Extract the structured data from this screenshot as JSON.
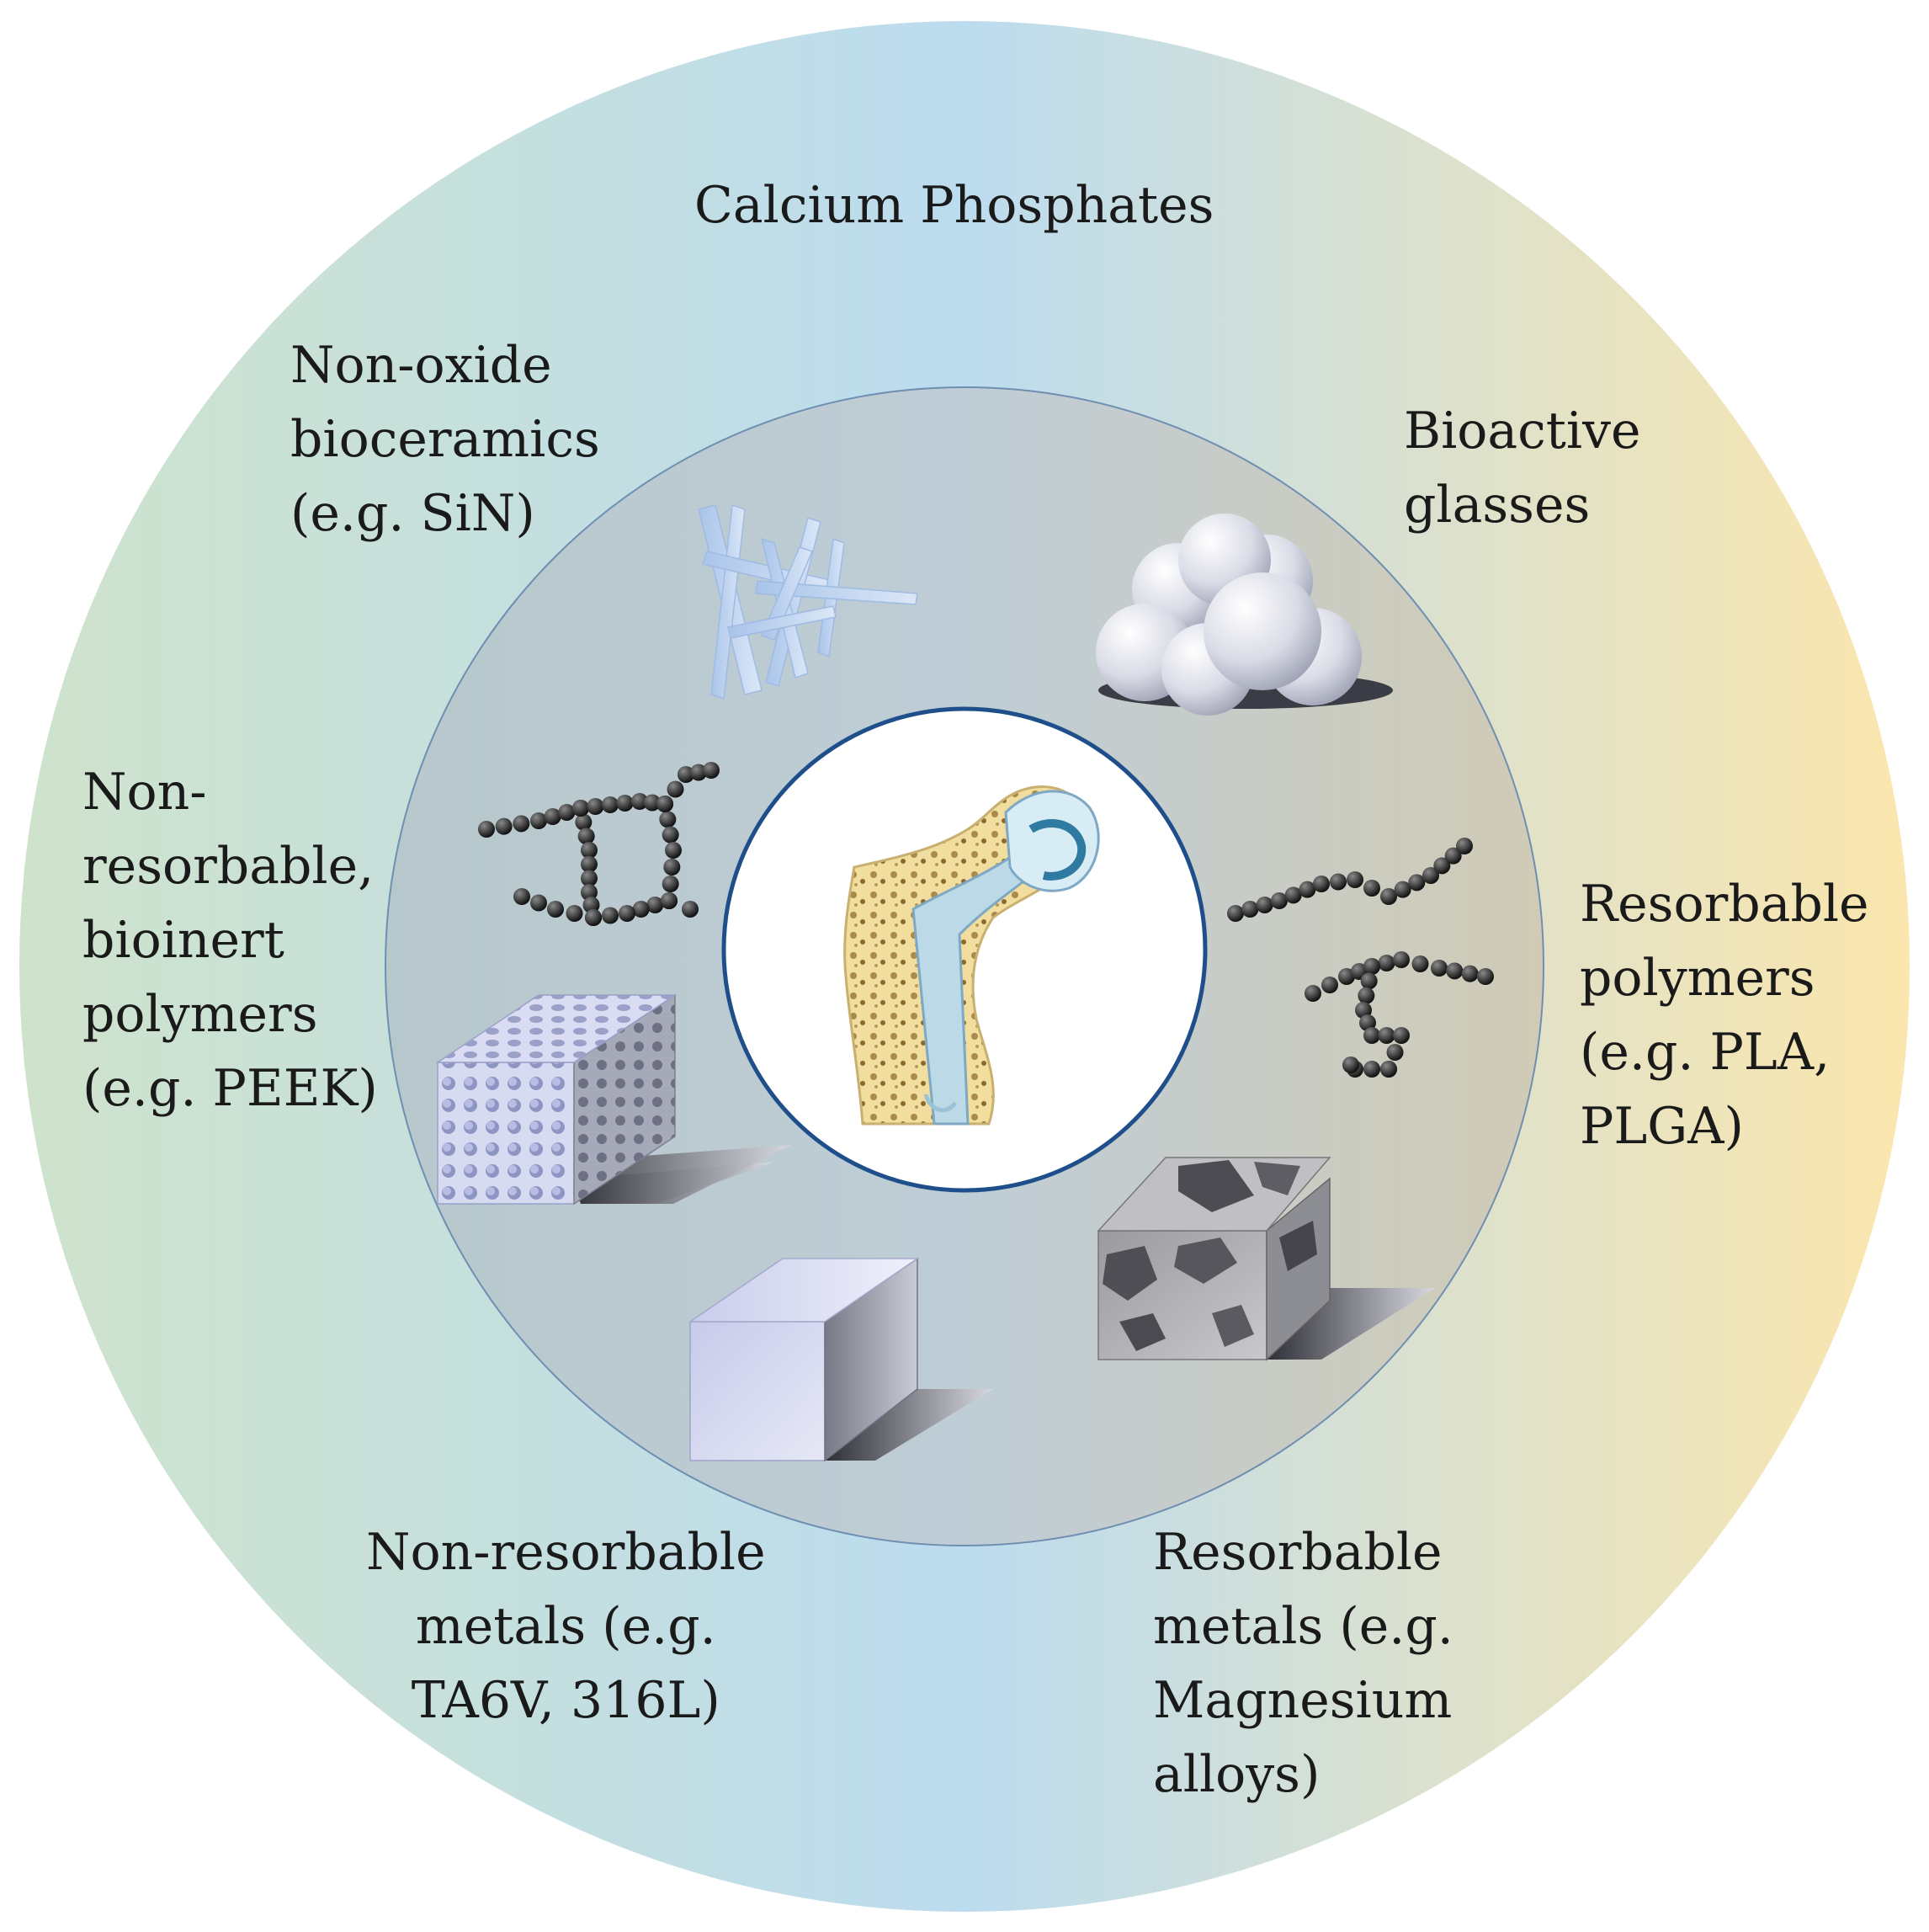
{
  "labels": {
    "calcium_phosphates": "Calcium Phosphates",
    "non_oxide": "Non-oxide\nbioceramics\n(e.g. SiN)",
    "bioactive_glasses": "Bioactive\nglasses",
    "non_resorbable_polymers": "Non-\nresorbable,\nbioinert\npolymers\n(e.g. PEEK)",
    "resorbable_polymers": "Resorbable\npolymers\n(e.g. PLA,\nPLGA)",
    "non_resorbable_metals": "Non-resorbable\nmetals (e.g.\nTA6V, 316L)",
    "resorbable_metals": "Resorbable\nmetals (e.g.\nMagnesium\nalloys)"
  },
  "colors": {
    "outer_left": "#cfe3cc",
    "outer_center": "#bcdcef",
    "outer_right": "#fbe6ad",
    "inner_left": "#b7c8cc",
    "inner_right": "#d1cbb6",
    "center_border": "#1f4f8a",
    "bone": "#f1de9e",
    "implant": "#bcd9e8"
  },
  "icons": {
    "center": "hip-implant-icon",
    "nanorods": "calcium-phosphate-crystals-icon",
    "spheres": "bioactive-glass-spheres-icon",
    "polymer_branched": "branched-polymer-chain-icon",
    "polymer_linear": "linear-polymer-chain-icon",
    "porous_block": "porous-polymer-block-icon",
    "solid_block": "solid-metal-block-icon",
    "mottled_block": "magnesium-alloy-block-icon"
  }
}
